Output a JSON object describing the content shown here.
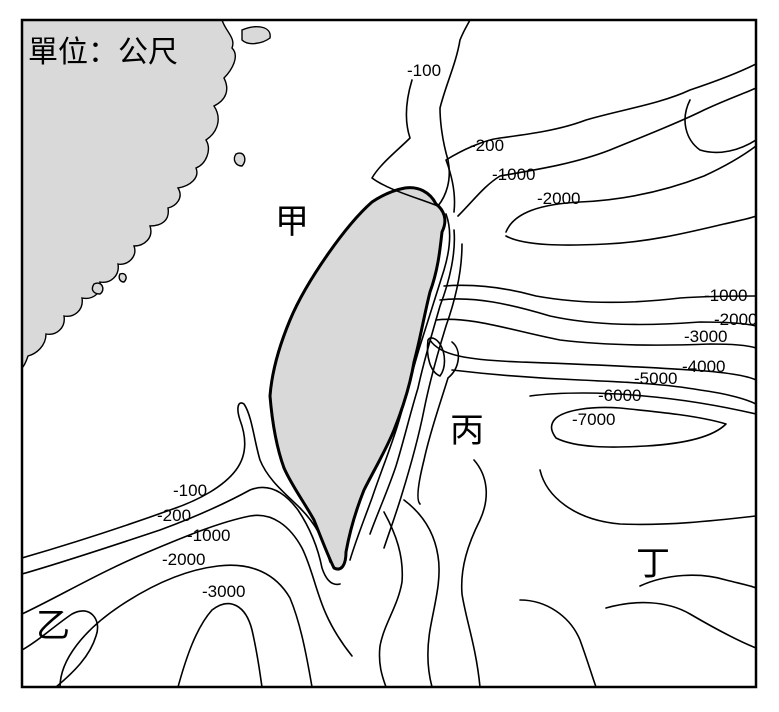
{
  "unit_label": "單位：公尺",
  "regions": {
    "jia": "甲",
    "yi": "乙",
    "bing": "丙",
    "ding": "丁"
  },
  "depth_labels": {
    "north_100": "-100",
    "north_200": "-200",
    "north_1000": "-1000",
    "north_2000": "-2000",
    "east_1000": "-1000",
    "east_2000": "-2000",
    "east_3000": "-3000",
    "east_4000": "-4000",
    "east_5000": "-5000",
    "east_6000": "-6000",
    "east_7000": "-7000",
    "south_100": "-100",
    "south_200": "-200",
    "south_1000": "-1000",
    "south_2000": "-2000",
    "south_3000": "-3000"
  },
  "colors": {
    "land": "#d9d9d9",
    "sea": "#ffffff",
    "line": "#000000"
  }
}
